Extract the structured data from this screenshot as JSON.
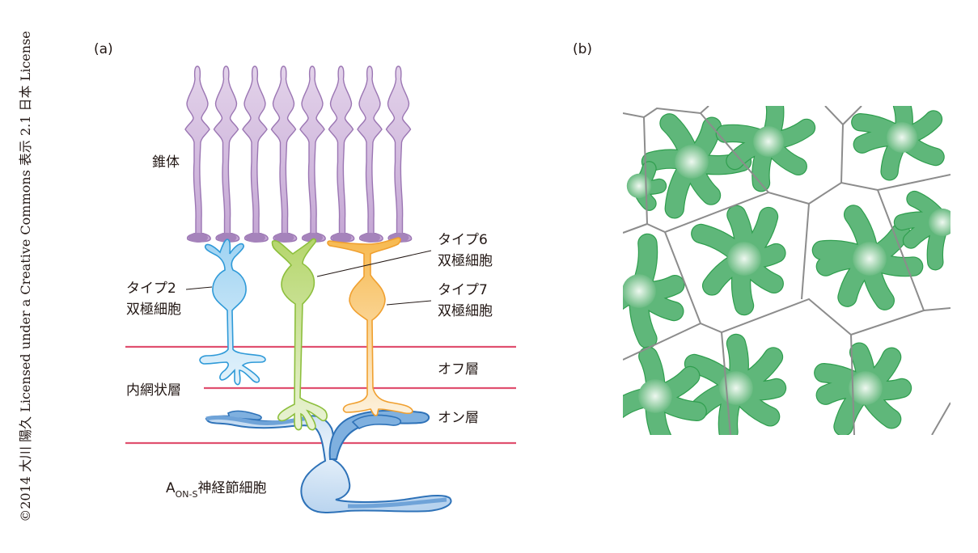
{
  "credit": "©2014 大川 陽久 Licensed under a Creative Commons 表示 2.1 日本 License",
  "panel_a": {
    "label": "(a)",
    "cones_label": "錐体",
    "cone_count": 8,
    "type2": {
      "line1": "タイプ2",
      "line2": "双極細胞"
    },
    "type6": {
      "line1": "タイプ6",
      "line2": "双極細胞"
    },
    "type7": {
      "line1": "タイプ7",
      "line2": "双極細胞"
    },
    "ipl_label": "内網状層",
    "off_layer": "オフ層",
    "on_layer": "オン層",
    "ganglion": {
      "prefix": "A",
      "subscript": "ON-S",
      "suffix": "神経節細胞"
    }
  },
  "panel_b": {
    "label": "(b)"
  },
  "colors": {
    "cone_fill": "#d5bfdf",
    "cone_stroke": "#9b76b3",
    "cone_dark": "#a583bb",
    "type2_fill": "#bfe3f7",
    "type2_stroke": "#2f9ad8",
    "type6_fill": "#c3dc86",
    "type6_stroke": "#8dbf3d",
    "type7_fill": "#f9c97c",
    "type7_stroke": "#f0a030",
    "ganglion_fill": "#cfe2f4",
    "ganglion_stroke": "#2e72b8",
    "ganglion_dark": "#6fa3d8",
    "layer_line": "#e0506f",
    "mosaic_green": "#5fb77a",
    "mosaic_stroke": "#2f9e4e",
    "mosaic_border": "#8c8c8c"
  }
}
